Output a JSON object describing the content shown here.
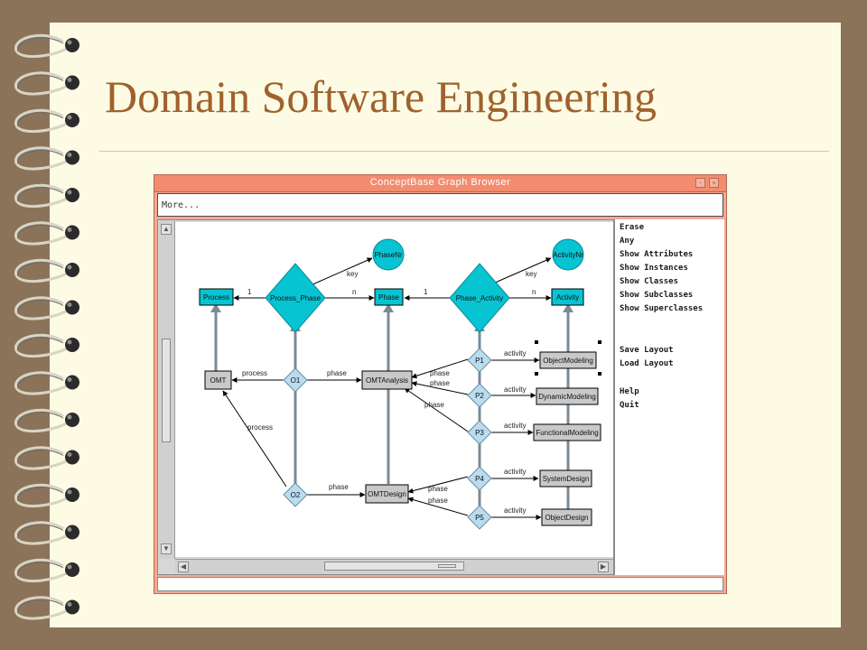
{
  "slide": {
    "title": "Domain Software Engineering"
  },
  "window": {
    "title": "ConceptBase Graph Browser",
    "more_label": "More...",
    "buttons": {
      "dot": "·",
      "square": "▫"
    }
  },
  "menu": {
    "items": [
      "Erase",
      "Any",
      "Show Attributes",
      "Show Instances",
      "Show Classes",
      "Show Subclasses",
      "Show Superclasses",
      "Save Layout",
      "Load Layout",
      "Help",
      "Quit"
    ]
  },
  "graph": {
    "colors": {
      "cyan": "#07c4d2",
      "gray_node": "#c9c9c9",
      "diamond_light": "#b9dcef",
      "edge": "#7b8a96"
    },
    "nodes": {
      "process": "Process",
      "process_phase": "Process_Phase",
      "phasenr": "PhaseNr",
      "phase": "Phase",
      "phase_activity": "Phase_Activity",
      "activitynr": "ActivityNr",
      "activity": "Activity",
      "omt": "OMT",
      "o1": "O1",
      "o2": "O2",
      "omtanalysis": "OMTAnalysis",
      "omtdesign": "OMTDesign",
      "p1": "P1",
      "p2": "P2",
      "p3": "P3",
      "p4": "P4",
      "p5": "P5",
      "objectmodeling": "ObjectModeling",
      "dynamicmodeling": "DynamicModeling",
      "functionalmodeling": "FunctionalModeling",
      "systemdesign": "SystemDesign",
      "objectdesign": "ObjectDesign"
    },
    "edges": {
      "one_left": "1",
      "key_left": "key",
      "n_left": "n",
      "one_right": "1",
      "key_right": "key",
      "n_right": "n",
      "process_o1": "process",
      "phase_o1": "phase",
      "process_o2": "process",
      "phase_o2": "phase",
      "phase_p1": "phase",
      "phase_p2": "phase",
      "phase_p3": "phase",
      "phase_p4": "phase",
      "phase_p5": "phase",
      "act_p1": "activity",
      "act_p2": "activity",
      "act_p3": "activity",
      "act_p4": "activity",
      "act_p5": "activity"
    }
  }
}
